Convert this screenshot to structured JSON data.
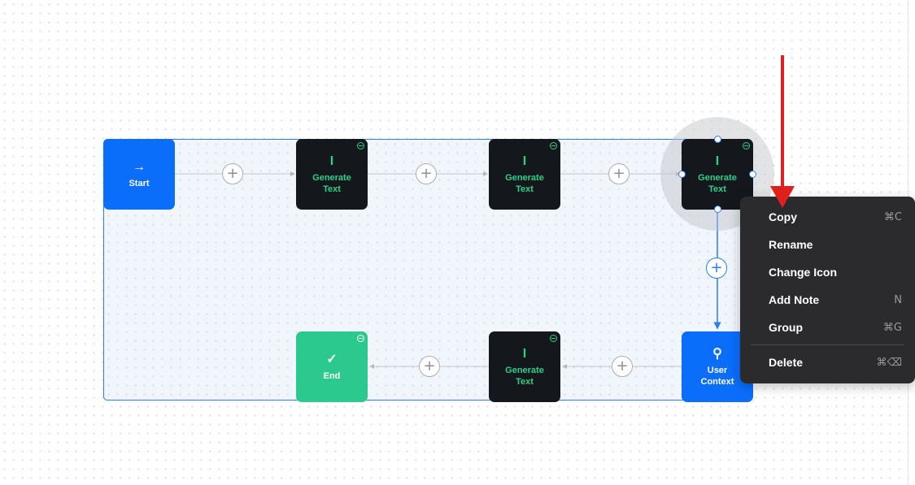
{
  "canvas": {
    "nodes": {
      "start": {
        "label": "Start",
        "icon": "arrow-right-icon",
        "glyph": "→"
      },
      "generate_1": {
        "label": "Generate\nText",
        "icon": "text-cursor-icon",
        "glyph": "I"
      },
      "generate_2": {
        "label": "Generate\nText",
        "icon": "text-cursor-icon",
        "glyph": "I"
      },
      "generate_3": {
        "label": "Generate\nText",
        "icon": "text-cursor-icon",
        "glyph": "I"
      },
      "user_context": {
        "label": "User\nContext",
        "icon": "user-search-icon",
        "glyph": "⚲"
      },
      "generate_4": {
        "label": "Generate\nText",
        "icon": "text-cursor-icon",
        "glyph": "I"
      },
      "end": {
        "label": "End",
        "icon": "check-circle-icon",
        "glyph": "✓"
      }
    },
    "add_button_glyph": "+",
    "colors": {
      "selection": "#2a7cf6",
      "node_dark": "#14171c",
      "node_blue": "#0b6efb",
      "node_green": "#2cc98e",
      "label_green": "#2fd089",
      "annotation_arrow": "#e0201d"
    }
  },
  "context_menu": {
    "items": [
      {
        "label": "Copy",
        "shortcut": "⌘C"
      },
      {
        "label": "Rename",
        "shortcut": ""
      },
      {
        "label": "Change Icon",
        "shortcut": ""
      },
      {
        "label": "Add Note",
        "shortcut": "N"
      },
      {
        "label": "Group",
        "shortcut": "⌘G"
      }
    ],
    "danger_item": {
      "label": "Delete",
      "shortcut": "⌘⌫"
    }
  }
}
